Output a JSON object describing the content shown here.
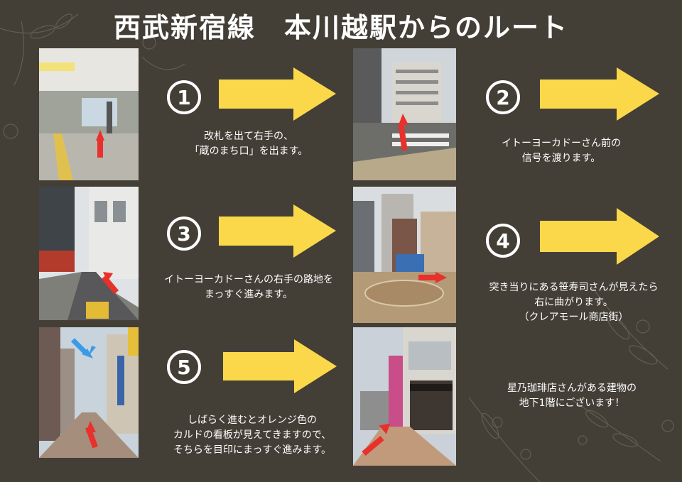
{
  "title": "西武新宿線　本川越駅からのルート",
  "colors": {
    "background": "#433f37",
    "arrow": "#fbd84a",
    "marker": "#e8312c",
    "marker_blue": "#3a9be8"
  },
  "steps": [
    {
      "number": "1",
      "caption": "改札を出て右手の、\n「蔵のまち口」を出ます。"
    },
    {
      "number": "2",
      "caption": "イトーヨーカドーさん前の\n信号を渡ります。"
    },
    {
      "number": "3",
      "caption": "イトーヨーカドーさんの右手の路地を\nまっすぐ進みます。"
    },
    {
      "number": "4",
      "caption": "突き当りにある笹寿司さんが見えたら\n右に曲がります。\n（クレアモール商店街）"
    },
    {
      "number": "5",
      "caption": "しばらく進むとオレンジ色の\nカルドの看板が見えてきますので、\nそちらを目印にまっすぐ進みます。"
    },
    {
      "number": "",
      "caption": "星乃珈琲店さんがある建物の\n地下1階にございます！"
    }
  ],
  "photos": [
    {
      "name": "station-gate-photo"
    },
    {
      "name": "crosswalk-photo"
    },
    {
      "name": "side-street-photo"
    },
    {
      "name": "plaza-photo"
    },
    {
      "name": "shopping-street-photo"
    },
    {
      "name": "destination-building-photo"
    }
  ]
}
